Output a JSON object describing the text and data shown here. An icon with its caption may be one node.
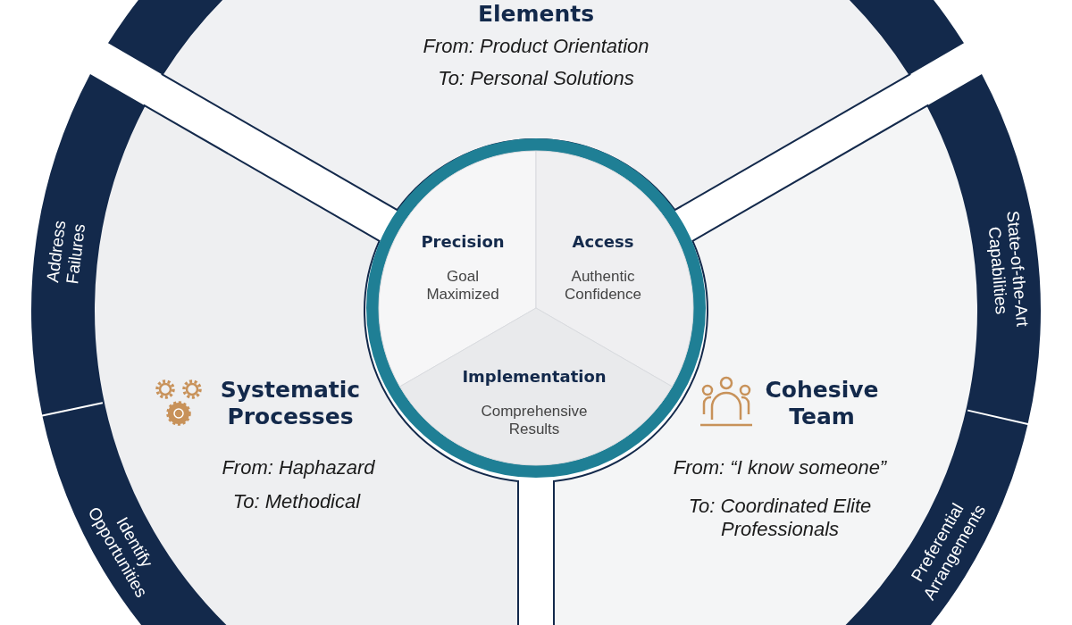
{
  "diagram": {
    "nodes": [
      {
        "text": [
          "Elements",
          "From: Product Orientation",
          "To: Personal Solutions"
        ]
      },
      {
        "text": [],
        "shape": "bar"
      },
      {
        "text": [
          "Address Failures"
        ]
      },
      {
        "text": [
          "State-of-the-Art Capabilities"
        ]
      },
      {
        "text": [],
        "shape": "circle"
      },
      {
        "text": [
          "Precision",
          "Goal Maximized"
        ],
        "in": 4
      },
      {
        "text": [
          "Access",
          "Authentic Confidence"
        ],
        "in": 4
      },
      {
        "text": [
          "Implementation",
          "Comprehensive Results"
        ],
        "in": 4
      },
      {
        "text": [
          "Systematic Processes",
          "From: Haphazard",
          "To: Methodical"
        ]
      },
      {
        "text": [
          "Cohesive Team",
          "From: “I know someone”",
          "To: Coordinated Elite Professionals"
        ]
      },
      {
        "text": [
          "Identify Opportunities"
        ]
      },
      {
        "text": [
          "Preferential Arrangements"
        ]
      }
    ]
  }
}
